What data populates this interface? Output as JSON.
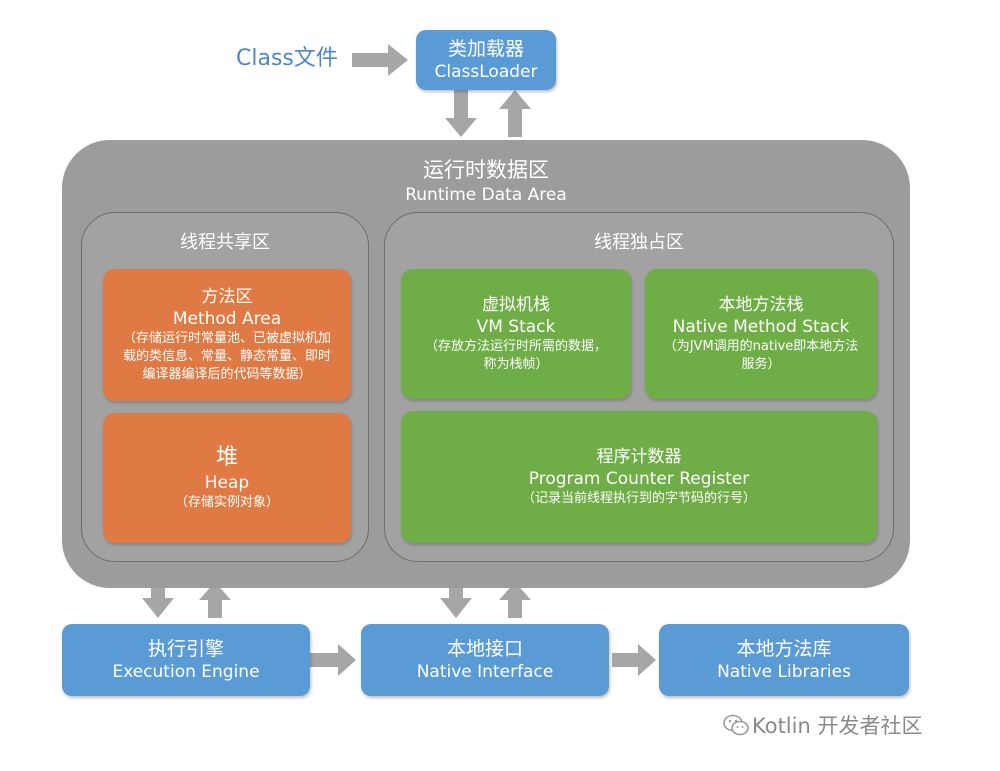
{
  "class_file": "Class文件",
  "class_loader": {
    "cn": "类加载器",
    "en": "ClassLoader"
  },
  "runtime_area": {
    "cn": "运行时数据区",
    "en": "Runtime Data Area"
  },
  "shared_area": {
    "title": "线程共享区",
    "method_area": {
      "cn": "方法区",
      "en": "Method Area",
      "note": "（存储运行时常量池、已被虚拟机加载的类信息、常量、静态常量、即时编译器编译后的代码等数据）"
    },
    "heap": {
      "cn": "堆",
      "en": "Heap",
      "note": "（存储实例对象）"
    }
  },
  "private_area": {
    "title": "线程独占区",
    "vm_stack": {
      "cn": "虚拟机栈",
      "en": "VM Stack",
      "note": "（存放方法运行时所需的数据，称为栈帧）"
    },
    "native_method_stack": {
      "cn": "本地方法栈",
      "en": "Native Method Stack",
      "note": "（为JVM调用的native即本地方法服务）"
    },
    "program_counter": {
      "cn": "程序计数器",
      "en": "Program Counter Register",
      "note": "（记录当前线程执行到的字节码的行号）"
    }
  },
  "execution_engine": {
    "cn": "执行引擎",
    "en": "Execution Engine"
  },
  "native_interface": {
    "cn": "本地接口",
    "en": "Native Interface"
  },
  "native_libraries": {
    "cn": "本地方法库",
    "en": "Native Libraries"
  },
  "watermark": "Kotlin 开发者社区",
  "colors": {
    "blue": "#5b9bd5",
    "orange": "#e07a45",
    "green": "#6fad47",
    "runtime_gray": "#9c9c9c",
    "arrow_gray": "#a6a6a6"
  },
  "icons": {
    "watermark_icon": "wechat-icon"
  }
}
